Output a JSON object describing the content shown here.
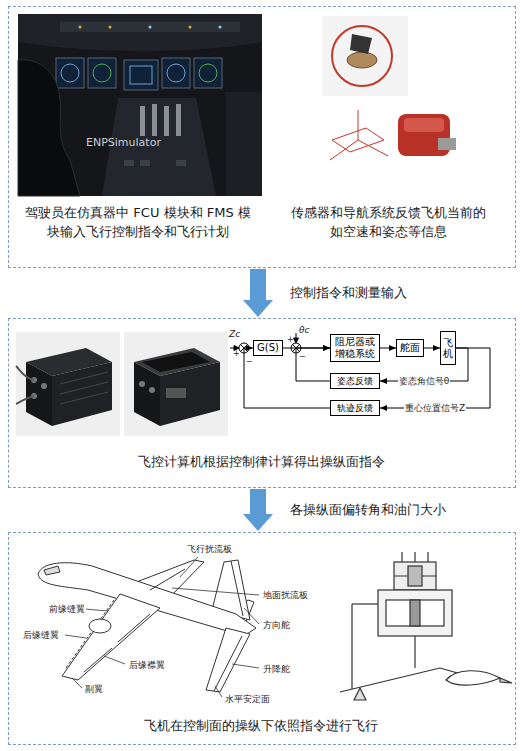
{
  "diagram": {
    "nodes": [
      {
        "text": [
          "驾驶员在仿真器中 FCU 模块和 FMS 模块输入飞行控制指令和飞行计划",
          "传感器和导航系统反馈飞机当前的如空速和姿态等信息"
        ]
      },
      {
        "text": [
          "飞控计算机根据控制律计算得出操纵面指令"
        ]
      },
      {
        "text": [
          "G(S)"
        ],
        "in": 1
      },
      {
        "text": [
          "阻尼器或增稳系统"
        ],
        "in": 1
      },
      {
        "text": [
          "舵面"
        ],
        "in": 1
      },
      {
        "text": [
          "飞机"
        ],
        "in": 1
      },
      {
        "text": [
          "姿态反馈"
        ],
        "in": 1
      },
      {
        "text": [
          "轨迹反馈"
        ],
        "in": 1
      },
      {
        "text": [
          "飞机在控制面的操纵下依照指令进行飞行"
        ]
      }
    ],
    "edges": [
      {
        "from": 0,
        "to": 1,
        "arrow": "to",
        "label": "控制指令和测量输入"
      },
      {
        "from": 1,
        "to": 8,
        "arrow": "to",
        "label": "各操纵面偏转角和油门大小"
      },
      {
        "from": 2,
        "to": 3,
        "arrow": "to"
      },
      {
        "from": 3,
        "to": 4,
        "arrow": "to"
      },
      {
        "from": 4,
        "to": 5,
        "arrow": "to"
      },
      {
        "from": 5,
        "to": 6,
        "arrow": "to",
        "label": "姿态角信号θ"
      },
      {
        "from": 6,
        "to": 3,
        "arrow": "to"
      },
      {
        "from": 5,
        "to": 7,
        "arrow": "to",
        "label": "重心位置信号Z"
      },
      {
        "from": 7,
        "to": 2,
        "arrow": "to"
      }
    ],
    "labels": [
      "ENPSimulator",
      "Zc",
      "θc",
      "+",
      "−",
      "+",
      "−",
      "飞行扰流板",
      "地面扰流板",
      "前缘缝翼",
      "方向舵",
      "后缘缝翼",
      "后缘襟翼",
      "升降舵",
      "副翼",
      "水平安定面"
    ]
  }
}
